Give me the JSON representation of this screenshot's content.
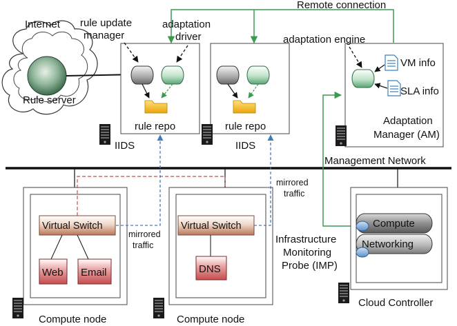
{
  "labels": {
    "internet": "Internet",
    "rule_server": "Rule server",
    "rule_update_manager_line1": "rule update",
    "rule_update_manager_line2": "manager",
    "adaptation_driver_line1": "adaptation",
    "adaptation_driver_line2": "driver",
    "remote_connection": "Remote connection",
    "adaptation_engine": "adaptation engine",
    "vm_info": "VM info",
    "sla_info": "SLA info",
    "rule_repo_1": "rule repo",
    "rule_repo_2": "rule repo",
    "iids_1": "IIDS",
    "iids_2": "IIDS",
    "am_line1": "Adaptation",
    "am_line2": "Manager (AM)",
    "management_network": "Management Network",
    "mirrored_traffic_right_line1": "mirrored",
    "mirrored_traffic_right_line2": "traffic",
    "mirrored_traffic_left_line1": "mirrored",
    "mirrored_traffic_left_line2": "traffic",
    "virtual_switch_1": "Virtual Switch",
    "virtual_switch_2": "Virtual Switch",
    "web": "Web",
    "email": "Email",
    "dns": "DNS",
    "compute": "Compute",
    "networking": "Networking",
    "imp_line1": "Infrastructure",
    "imp_line2": "Monitoring",
    "imp_line3": "Probe (IMP)",
    "compute_node_1": "Compute node",
    "compute_node_2": "Compute node",
    "cloud_controller": "Cloud Controller"
  },
  "colors": {
    "green_line": "#3a9a4f",
    "blue_dashed": "#3a7fc0",
    "red_dashed": "#c0504d",
    "vm_fill": "#c44d4d",
    "switch_fill": "#b9765b",
    "folder": "#f2b416"
  }
}
